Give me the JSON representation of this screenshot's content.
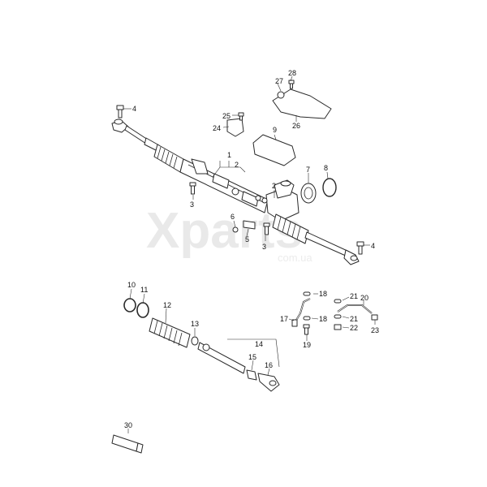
{
  "watermark": {
    "brand": "Xparts",
    "domain": "com.ua"
  },
  "callouts": [
    {
      "key": "c1",
      "text": "1"
    },
    {
      "key": "c2a",
      "text": "2"
    },
    {
      "key": "c2b",
      "text": "2"
    },
    {
      "key": "c3a",
      "text": "3"
    },
    {
      "key": "c3b",
      "text": "3"
    },
    {
      "key": "c4a",
      "text": "4"
    },
    {
      "key": "c4b",
      "text": "4"
    },
    {
      "key": "c5",
      "text": "5"
    },
    {
      "key": "c6",
      "text": "6"
    },
    {
      "key": "c7",
      "text": "7"
    },
    {
      "key": "c8",
      "text": "8"
    },
    {
      "key": "c9",
      "text": "9"
    },
    {
      "key": "c10",
      "text": "10"
    },
    {
      "key": "c11",
      "text": "11"
    },
    {
      "key": "c12",
      "text": "12"
    },
    {
      "key": "c13",
      "text": "13"
    },
    {
      "key": "c14",
      "text": "14"
    },
    {
      "key": "c15",
      "text": "15"
    },
    {
      "key": "c16",
      "text": "16"
    },
    {
      "key": "c17",
      "text": "17"
    },
    {
      "key": "c18a",
      "text": "18"
    },
    {
      "key": "c18b",
      "text": "18"
    },
    {
      "key": "c19",
      "text": "19"
    },
    {
      "key": "c20",
      "text": "20"
    },
    {
      "key": "c21a",
      "text": "21"
    },
    {
      "key": "c21b",
      "text": "21"
    },
    {
      "key": "c22",
      "text": "22"
    },
    {
      "key": "c23",
      "text": "23"
    },
    {
      "key": "c24",
      "text": "24"
    },
    {
      "key": "c25",
      "text": "25"
    },
    {
      "key": "c26",
      "text": "26"
    },
    {
      "key": "c27",
      "text": "27"
    },
    {
      "key": "c28",
      "text": "28"
    },
    {
      "key": "c30",
      "text": "30"
    }
  ]
}
